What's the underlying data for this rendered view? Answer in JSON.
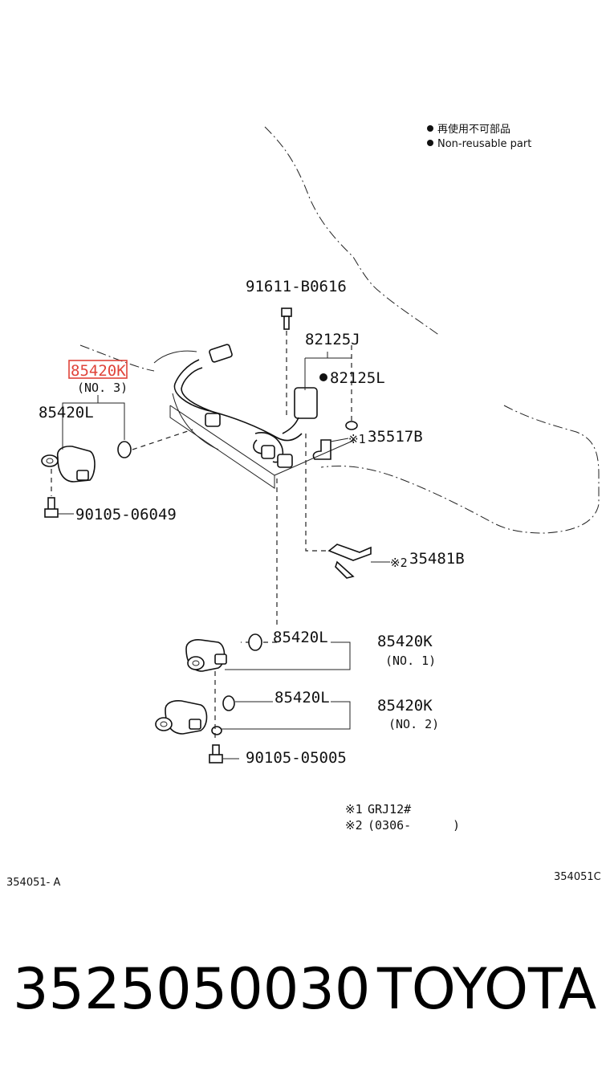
{
  "legend": {
    "jp": "再使用不可部品",
    "en": "Non-reusable part"
  },
  "parts": {
    "bolt_top": "91611-B0616",
    "bracket": "82125J",
    "connector": "82125L",
    "clamp_1": "35517B",
    "highlighted": "85420K",
    "highlighted_no": "(NO. 3)",
    "washer_left": "85420L",
    "bolt_left": "90105-06049",
    "clamp_2": "35481B",
    "washer_no1": "85420L",
    "sensor_no1": "85420K",
    "sensor_no1_no": "(NO. 1)",
    "washer_no2": "85420L",
    "sensor_no2": "85420K",
    "sensor_no2_no": "(NO. 2)",
    "bolt_bottom": "90105-05005"
  },
  "markers": {
    "ref1": "※1",
    "ref2": "※2"
  },
  "notes": {
    "note1_mark": "※1",
    "note1_text": "GRJ12#",
    "note2_mark": "※2",
    "note2_text": "(0306-",
    "note2_close": ")"
  },
  "codes": {
    "left": "354051- A",
    "right": "354051C"
  },
  "footer": {
    "part_number": "3525050030",
    "brand": "TOYOTA"
  },
  "colors": {
    "highlight": "#e0443a"
  }
}
